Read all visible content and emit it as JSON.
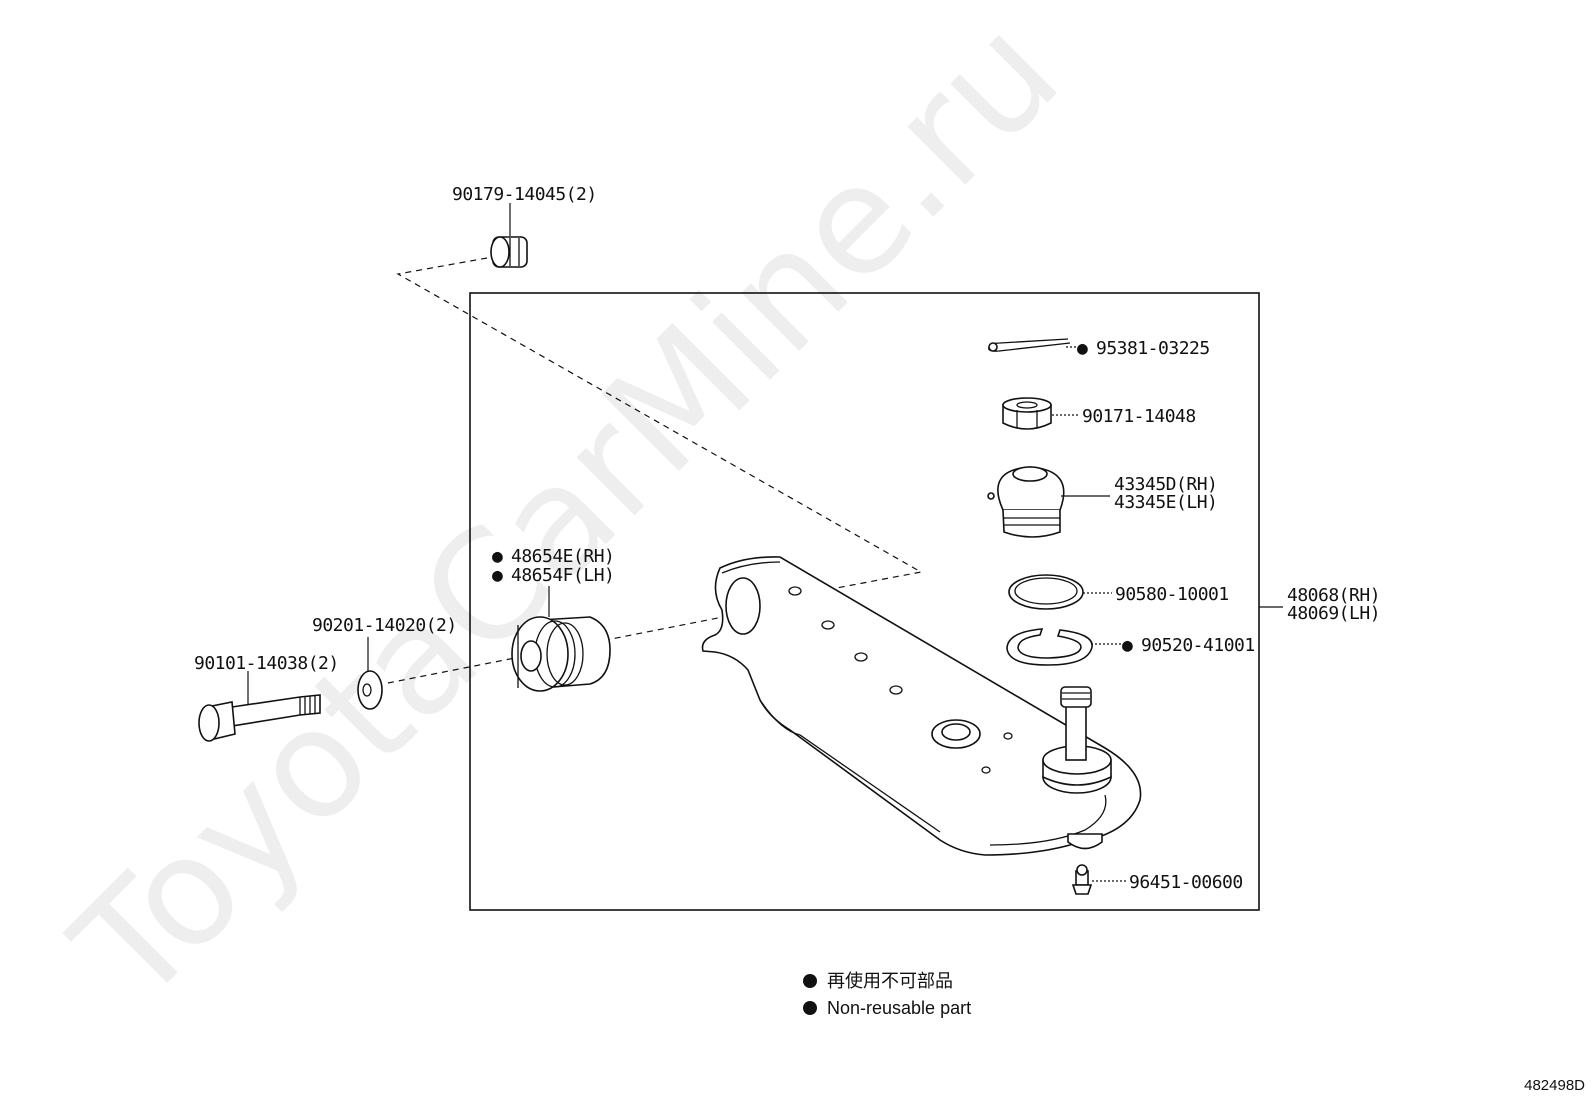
{
  "watermark": "ToyotaCarMine.ru",
  "figure_id": "482498D",
  "parts": {
    "nut": "90179-14045(2)",
    "cotter_pin": "95381-03225",
    "castle_nut": "90171-14048",
    "dust_cover_rh": "43345D(RH)",
    "dust_cover_lh": "43345E(LH)",
    "ring": "90580-10001",
    "snap_ring": "90520-41001",
    "arm_rh": "48068(RH)",
    "arm_lh": "48069(LH)",
    "bushing_rh": "48654E(RH)",
    "bushing_lh": "48654F(LH)",
    "washer": "90201-14020(2)",
    "bolt": "90101-14038(2)",
    "grease_fitting": "96451-00600"
  },
  "non_reusable_marker": "●",
  "legend": {
    "marker": "●",
    "line_jp": "再使用不可部品",
    "line_en": "Non-reusable part"
  }
}
